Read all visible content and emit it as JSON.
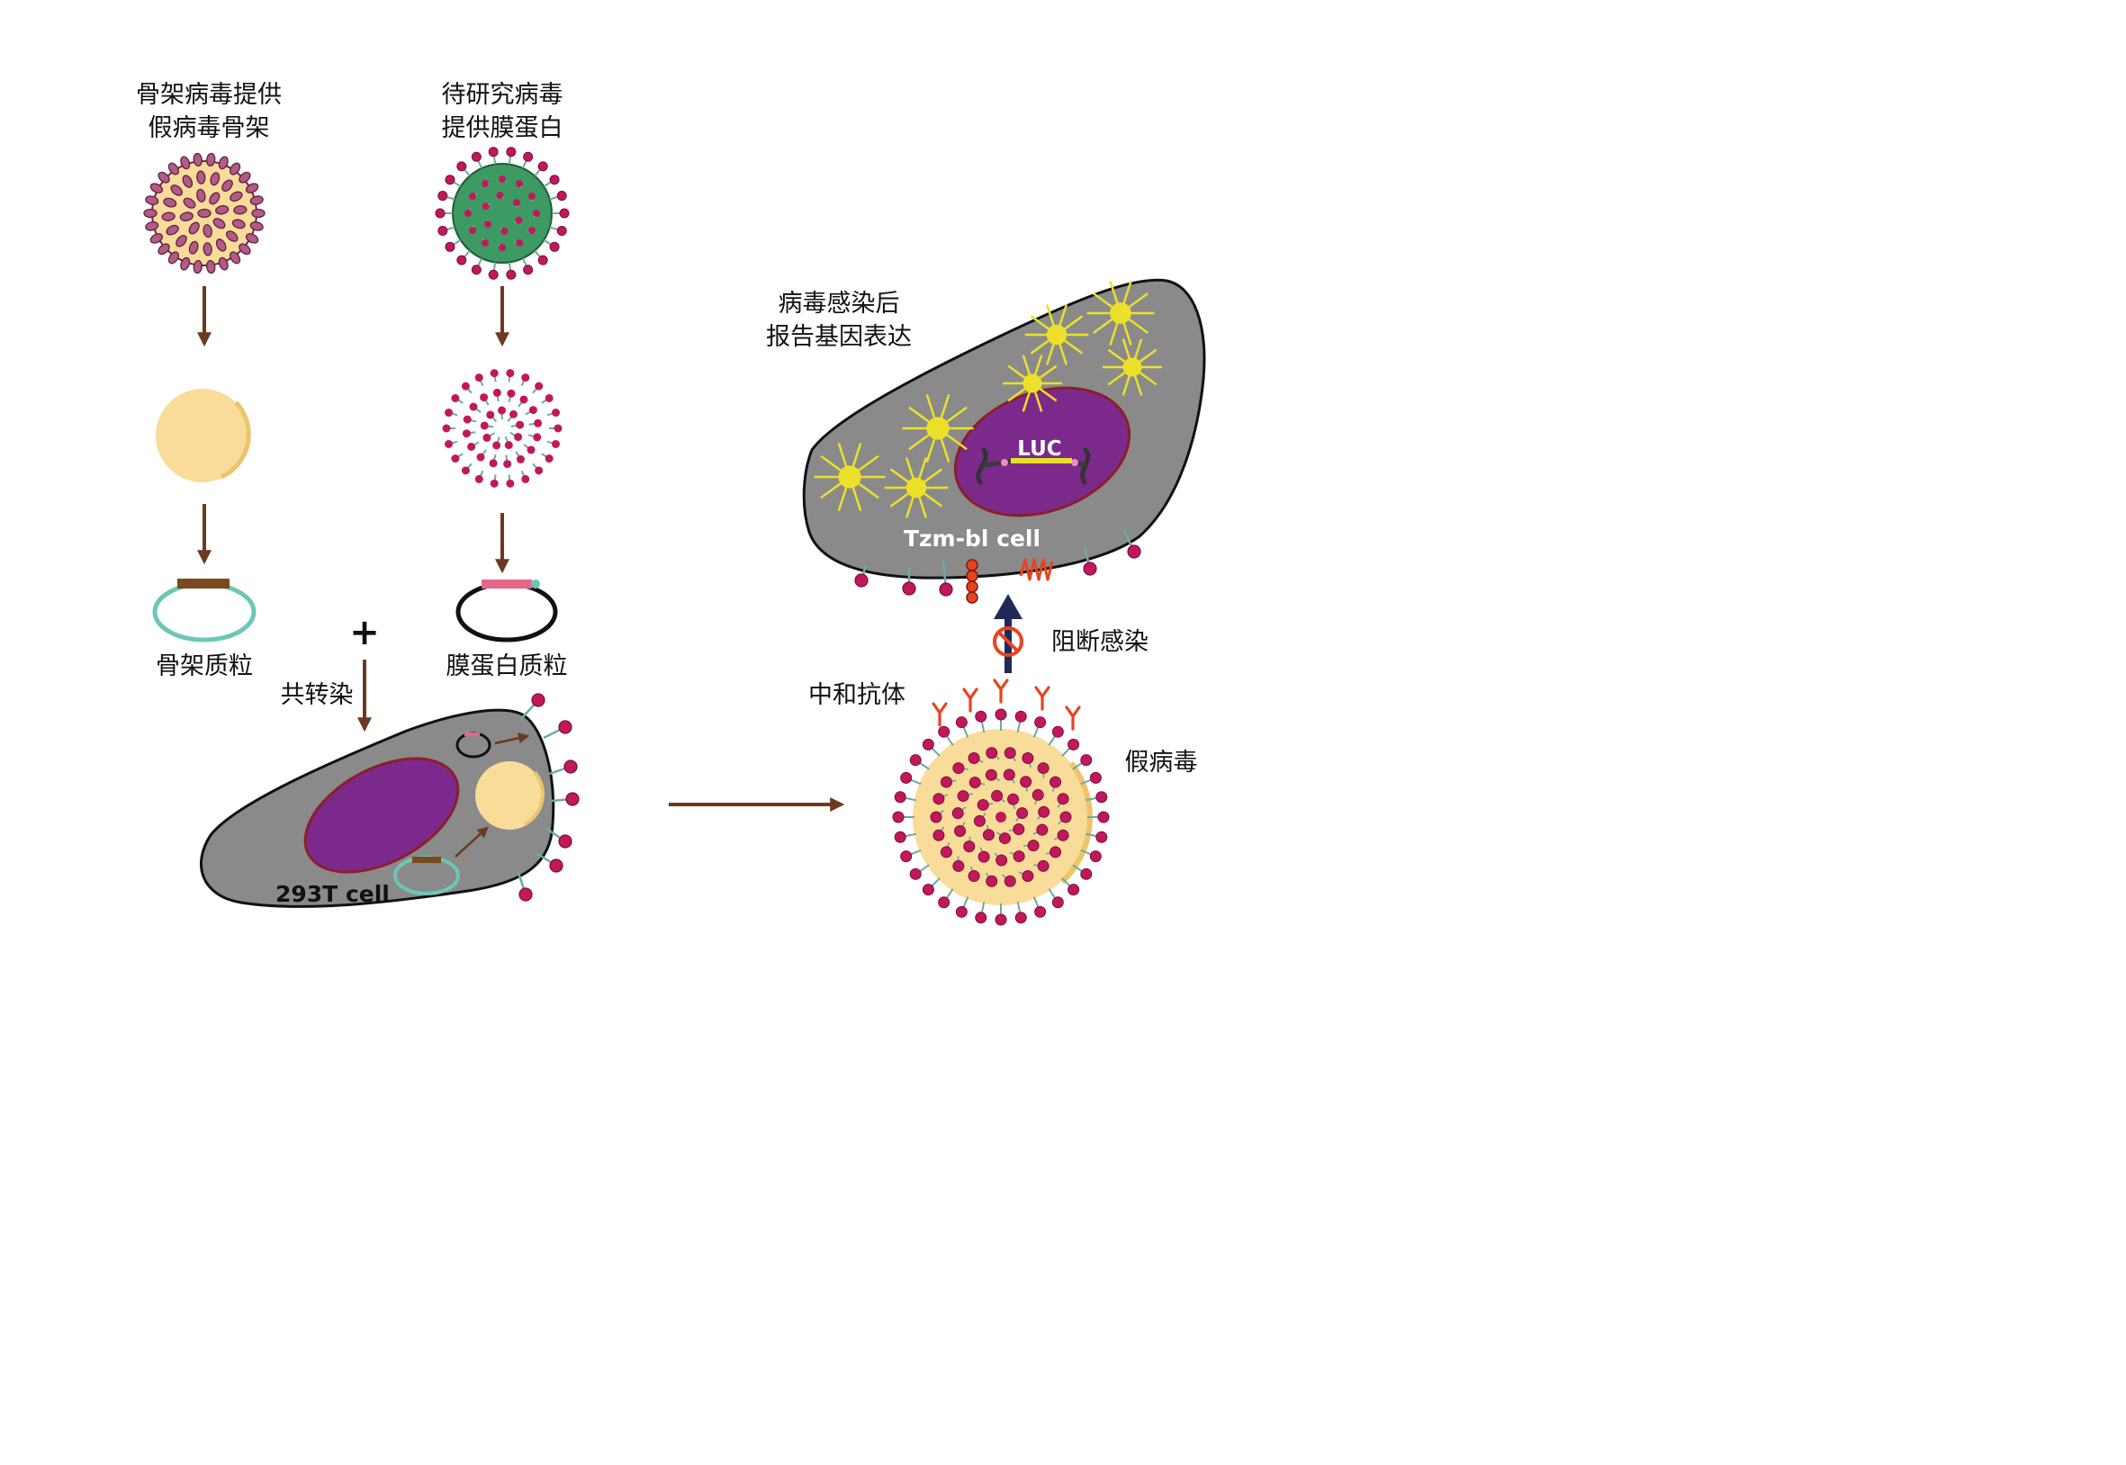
{
  "labels": {
    "backbone_virus": [
      "骨架病毒提供",
      "假病毒骨架"
    ],
    "study_virus": [
      "待研究病毒",
      "提供膜蛋白"
    ],
    "backbone_plasmid": "骨架质粒",
    "envelope_plasmid": "膜蛋白质粒",
    "cotransfection": "共转染",
    "plus_sign": "+",
    "cell_293t": "293T cell",
    "reporter": [
      "病毒感染后",
      "报告基因表达"
    ],
    "luc": "LUC",
    "tzm_cell": "Tzm-bl cell",
    "block": "阻断感染",
    "antibody": "中和抗体",
    "pseudovirus": "假病毒"
  },
  "colors": {
    "arrow_brown": "#6b3a1f",
    "arrow_navy": "#1f2a5a",
    "cell_gray": "#8a8a8a",
    "nucleus_purple": "#7b2a8c",
    "nucleus_rim": "#8b1e2c",
    "capsid_yellow": "#f9dc9a",
    "envelope_green": "#3e9a63",
    "glycoprotein_pink": "#c2185b",
    "stalk_teal": "#6fa9a0",
    "plasmid_teal": "#6cc7b5",
    "antibody_red": "#e8431f",
    "luc_yellow": "#ece02a",
    "white_text": "#ffffff"
  },
  "icons": {
    "luciferase": "starburst-icon",
    "block": "no-entry-icon",
    "antibody": "y-antibody-icon",
    "receptor": "coil-receptor-icon"
  }
}
